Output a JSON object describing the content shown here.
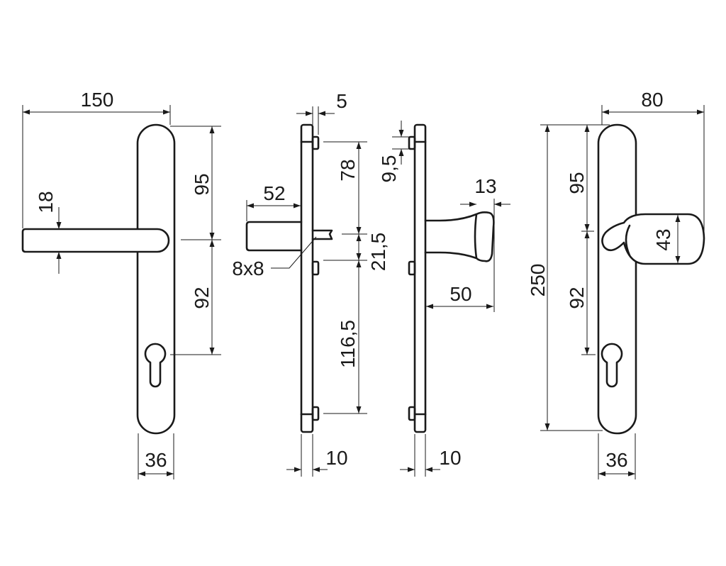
{
  "drawing": {
    "lever_front": {
      "width_total": "150",
      "lever_height": "18",
      "upper": "95",
      "lower": "92",
      "plate_width": "36"
    },
    "lever_side": {
      "pin_offset": "5",
      "projection": "52",
      "upper": "78",
      "spindle_gap": "21,5",
      "lower": "116,5",
      "spindle": "8x8",
      "plate_depth": "10"
    },
    "knob_side": {
      "pin": "9,5",
      "knob_depth": "13",
      "projection": "50",
      "plate_depth": "10"
    },
    "knob_front": {
      "width_total": "80",
      "height": "250",
      "upper": "95",
      "lower": "92",
      "knob_height": "43",
      "plate_width": "36"
    }
  }
}
